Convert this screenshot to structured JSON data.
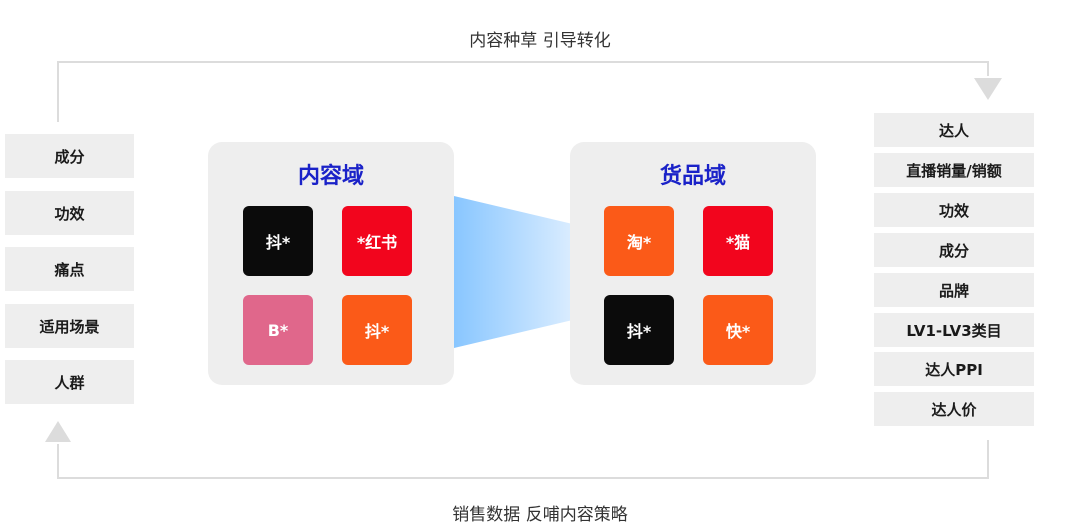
{
  "top_caption": "内容种草 引导转化",
  "bottom_caption": "销售数据 反哺内容策略",
  "left_tags": [
    "成分",
    "功效",
    "痛点",
    "适用场景",
    "人群"
  ],
  "right_tags": [
    "达人",
    "直播销量/销额",
    "功效",
    "成分",
    "品牌",
    "LV1-LV3类目",
    "达人PPI",
    "达人价"
  ],
  "content_domain": {
    "title": "内容域",
    "tiles": [
      {
        "label": "抖*",
        "color": "#0b0b0b"
      },
      {
        "label": "*红书",
        "color": "#f2051d"
      },
      {
        "label": "B*",
        "color": "#e0678b"
      },
      {
        "label": "抖*",
        "color": "#fb5a18"
      }
    ]
  },
  "goods_domain": {
    "title": "货品域",
    "tiles": [
      {
        "label": "淘*",
        "color": "#fb5a18"
      },
      {
        "label": "*猫",
        "color": "#f2051d"
      },
      {
        "label": "抖*",
        "color": "#0b0b0b"
      },
      {
        "label": "快*",
        "color": "#fb5a18"
      }
    ]
  },
  "colors": {
    "title_blue": "#1a22c8",
    "tag_bg": "#eeeeee",
    "panel_bg": "#eeeeee",
    "arrow_gray": "#dcdcdc"
  }
}
